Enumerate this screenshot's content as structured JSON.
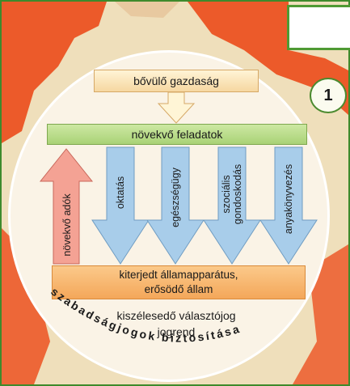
{
  "badge": "1",
  "top_box": "bővülő gazdaság",
  "green_box": "növekvő feladatok",
  "up_arrow": "növekvő adók",
  "down_arrows": [
    "oktatás",
    "egészségügy",
    "szociális gondoskodás",
    "anyakönyvezés"
  ],
  "orange_box": {
    "line1": "kiterjedt államapparátus,",
    "line2": "erősödő állam"
  },
  "bottom_text": {
    "line1": "kiszélesedő választójog",
    "line2": "jogrend"
  },
  "curved_text": "szabadságjogok biztosítása",
  "colors": {
    "map_red": "#ec5a2a",
    "frame_green": "#3e8a2c",
    "arrow_blue": "#a8cdea",
    "arrow_red": "#f4a294"
  }
}
